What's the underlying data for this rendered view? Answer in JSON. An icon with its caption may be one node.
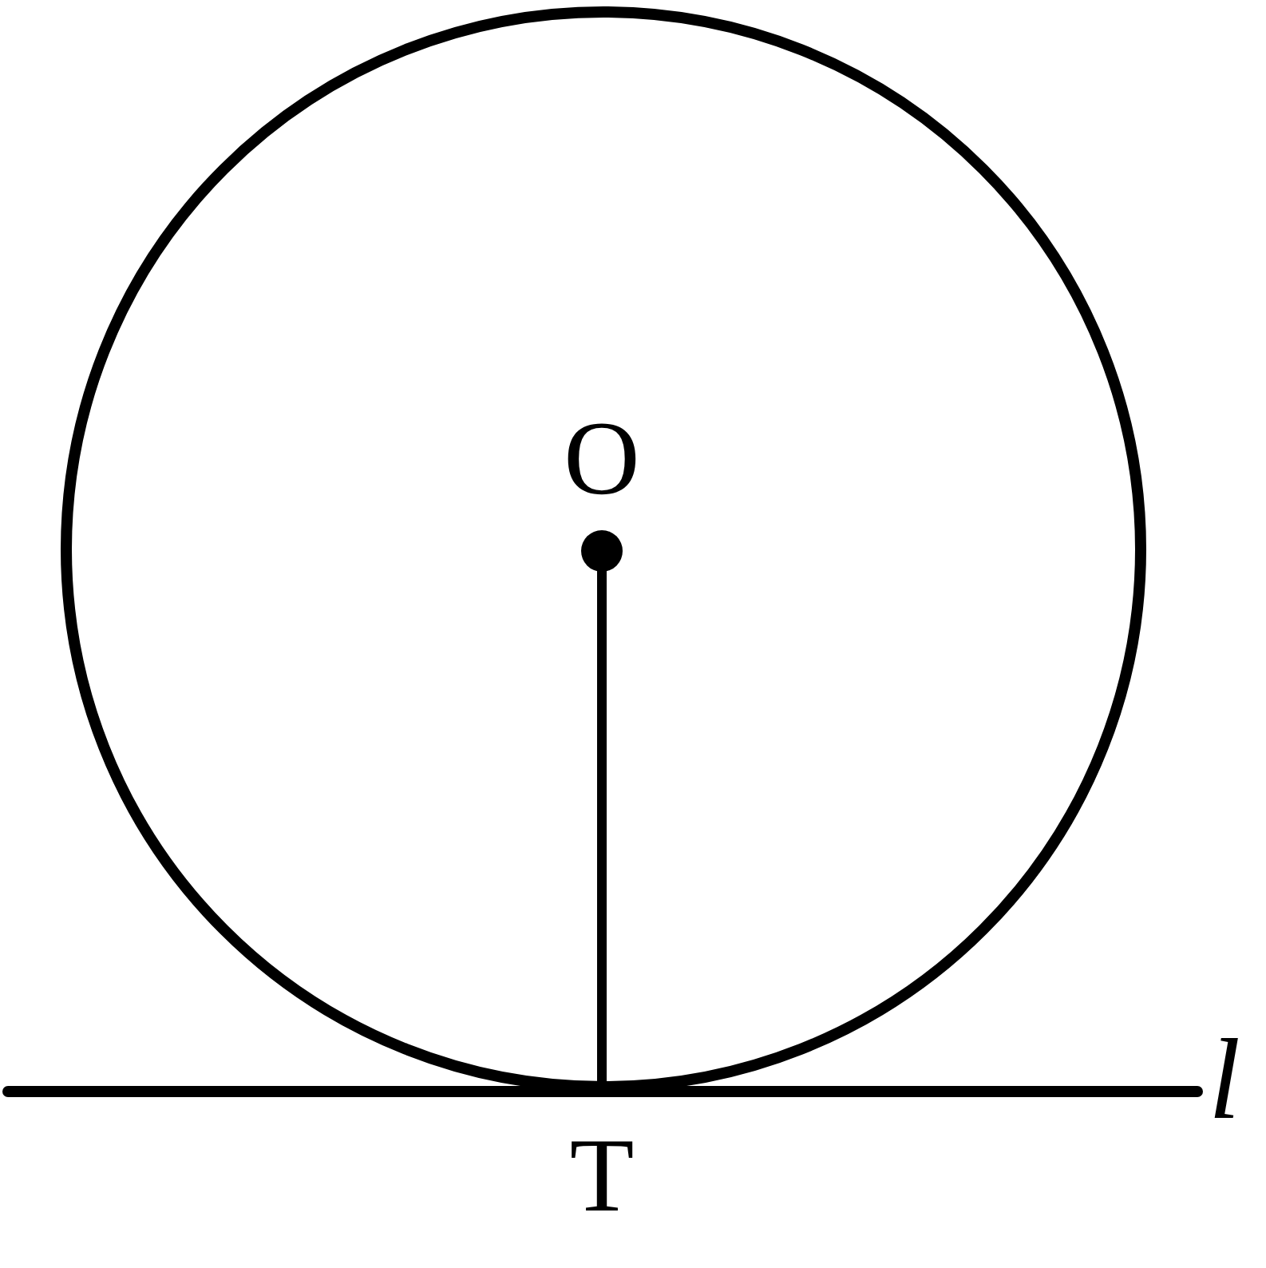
{
  "diagram": {
    "nodes": [
      {
        "text": [],
        "shape": "circle"
      },
      {
        "text": [
          "O"
        ],
        "in": 0
      },
      {
        "text": [
          "T"
        ]
      }
    ],
    "edges": [
      {
        "from": 1,
        "to": 2,
        "arrow": "none"
      }
    ],
    "labels": [
      "l"
    ]
  }
}
